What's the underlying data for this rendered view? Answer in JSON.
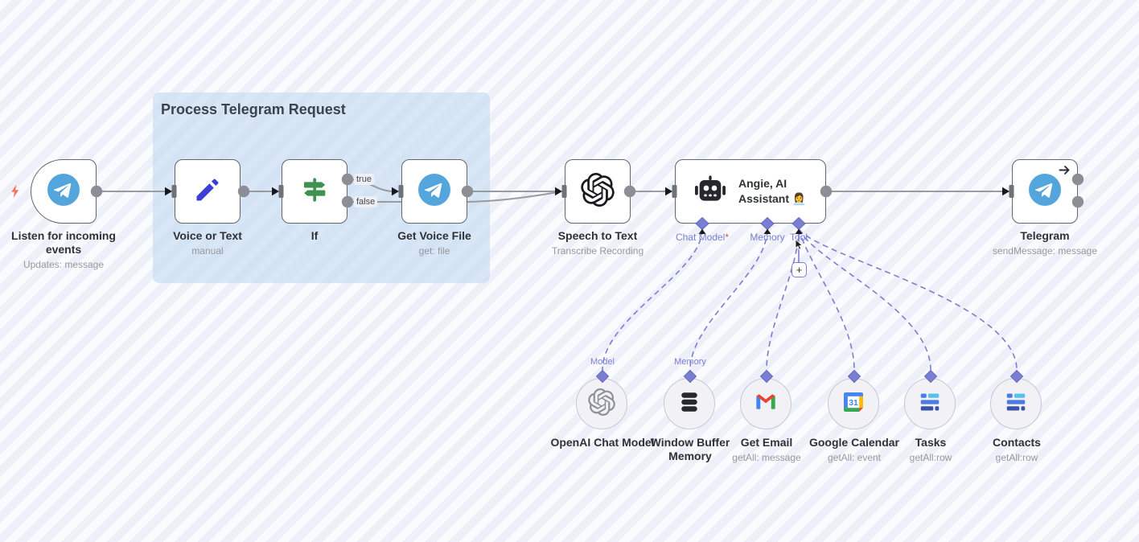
{
  "app": {
    "name": "n8n workflow canvas"
  },
  "group": {
    "title": "Process Telegram Request"
  },
  "nodes": {
    "trigger": {
      "title": "Listen for incoming events",
      "subtitle": "Updates: message",
      "icon": "telegram-icon"
    },
    "voice_or_text": {
      "title": "Voice or Text",
      "subtitle": "manual",
      "icon": "pencil-icon"
    },
    "if": {
      "title": "If",
      "icon": "signpost-icon"
    },
    "get_voice_file": {
      "title": "Get Voice File",
      "subtitle": "get: file",
      "icon": "telegram-icon"
    },
    "speech_to_text": {
      "title": "Speech to Text",
      "subtitle": "Transcribe Recording",
      "icon": "openai-icon"
    },
    "ai_assistant": {
      "title": "Angie, AI Assistant 👩‍💼",
      "title_line1": "Angie, AI",
      "title_line2": "Assistant 👩‍💼",
      "icon": "robot-icon"
    },
    "telegram_send": {
      "title": "Telegram",
      "subtitle": "sendMessage: message",
      "icon": "telegram-icon"
    }
  },
  "ai_ports": {
    "chat_model": {
      "label": "Chat Model",
      "required_mark": "*"
    },
    "memory": {
      "label": "Memory"
    },
    "tool": {
      "label": "Tool"
    }
  },
  "wire_labels": {
    "true": "true",
    "false": "false"
  },
  "buttons": {
    "add_tool": "+"
  },
  "subnodes": {
    "openai_chat_model": {
      "title": "OpenAI Chat Model",
      "port_label": "Model",
      "icon": "openai-icon"
    },
    "window_buffer_memory": {
      "title": "Window Buffer Memory",
      "port_label": "Memory",
      "icon": "database-icon"
    },
    "get_email": {
      "title": "Get Email",
      "subtitle": "getAll: message",
      "icon": "gmail-icon"
    },
    "google_calendar": {
      "title": "Google Calendar",
      "subtitle": "getAll: event",
      "day": "31",
      "icon": "google-calendar-icon"
    },
    "tasks": {
      "title": "Tasks",
      "subtitle": "getAll:row",
      "icon": "baserow-icon"
    },
    "contacts": {
      "title": "Contacts",
      "subtitle": "getAll:row",
      "icon": "baserow-icon"
    }
  },
  "colors": {
    "canvas_stripe_light": "#FAFBFE",
    "canvas_stripe_dark": "#EDF0F8",
    "group_bg": "rgba(203,222,243,0.72)",
    "group_title": "#3C434D",
    "node_border": "#62656B",
    "node_bg": "#FFFFFF",
    "title_text": "#2F3136",
    "sub_text": "#95989D",
    "wire_gray": "#989BA0",
    "port_dot": "#8B8E94",
    "input_rect": "#6F7277",
    "arrow_black": "#17181B",
    "accent_purple": "#7A7ED2",
    "required_red": "#E5484D",
    "telegram_blue": "#54A5DC",
    "pencil_blue": "#3B3FD8",
    "if_green": "#3F9150",
    "bolt_orange": "#FF6D5A",
    "circle_bg": "#F2F2F6",
    "circle_border": "#C6C7D8",
    "openai_black": "#1A1A1C",
    "openai_gray": "#8E9196",
    "db_black": "#26282C",
    "gmail_red": "#EA4335",
    "gmail_blue": "#4285F4",
    "gmail_green": "#34A853",
    "gmail_yellow": "#FBBC04",
    "baserow_light": "#56C2EE",
    "baserow_mid": "#4B7BE5",
    "baserow_dark": "#3D53A6"
  }
}
